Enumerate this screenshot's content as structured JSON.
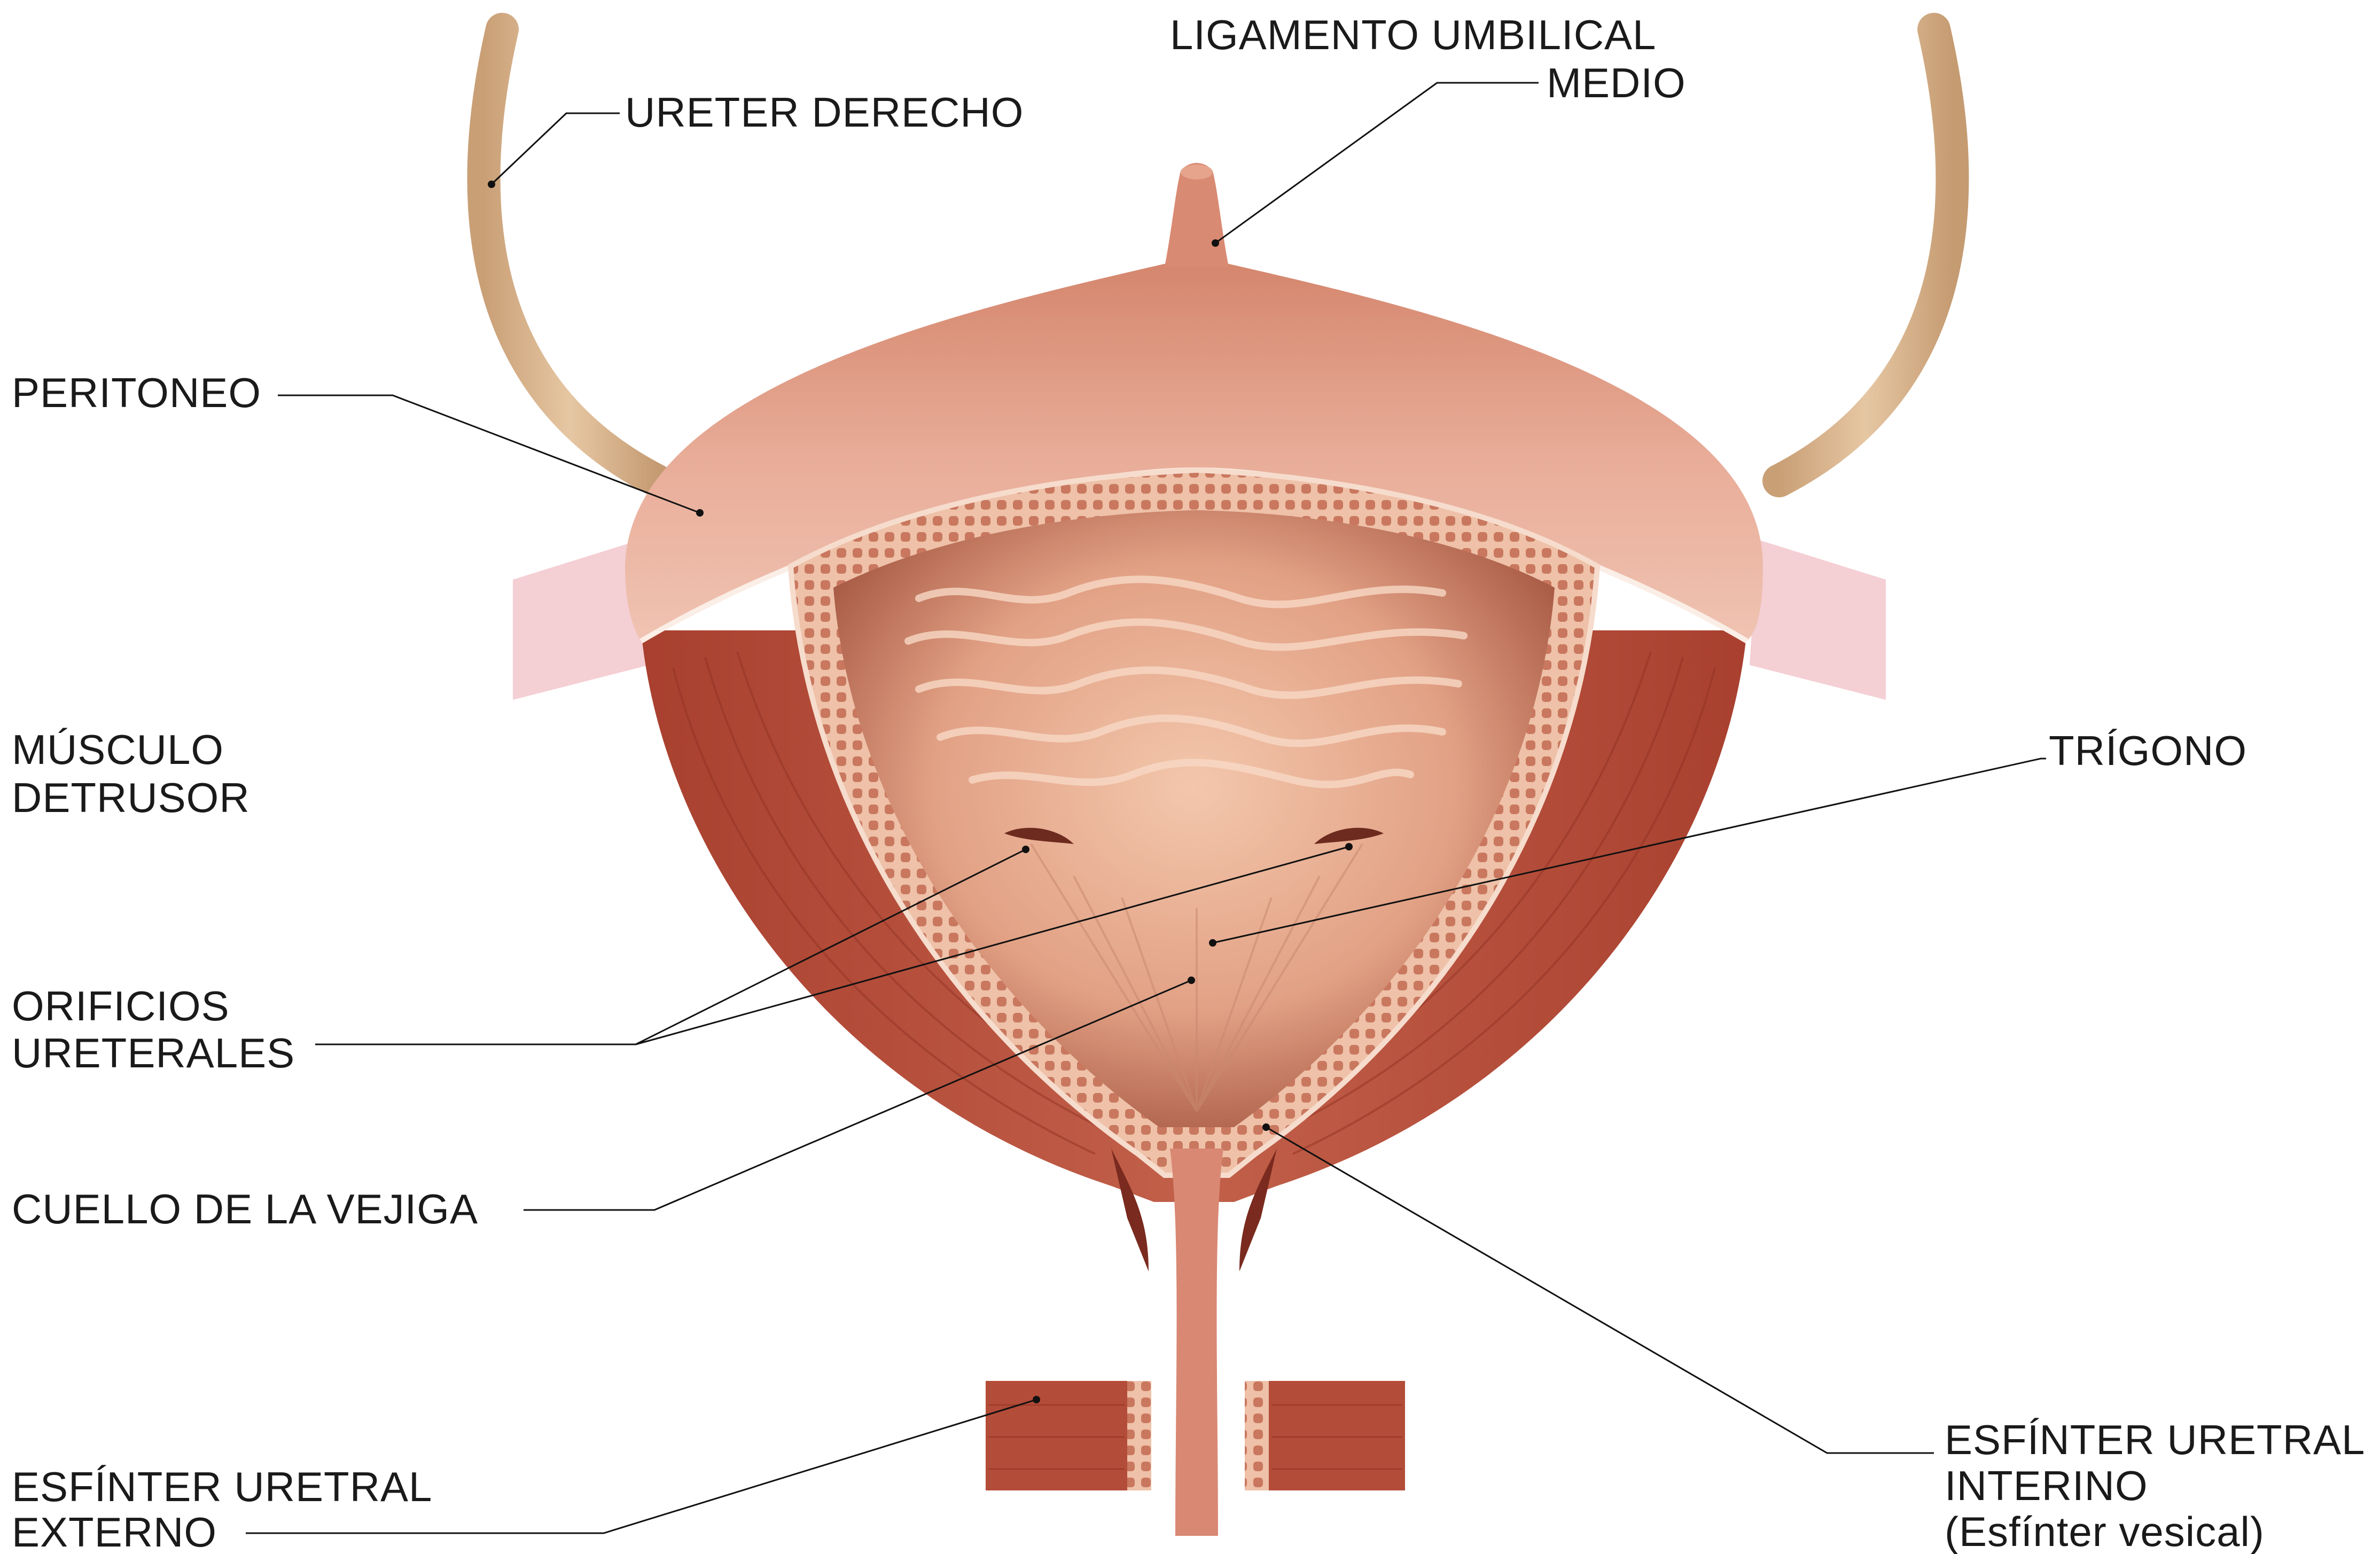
{
  "labels": {
    "ureter_derecho": "URETER DERECHO",
    "ligamento_line1": "LIGAMENTO UMBILICAL",
    "ligamento_line2": "MEDIO",
    "peritoneo": "PERITONEO",
    "musculo_line1": "MÚSCULO",
    "musculo_line2": "DETRUSOR",
    "trigono": "TRÍGONO",
    "orificios_line1": "ORIFICIOS",
    "orificios_line2": "URETERALES",
    "cuello": "CUELLO DE LA VEJIGA",
    "externo_line1": "ESFÍNTER URETRAL",
    "externo_line2": "EXTERNO",
    "interno_line1": "ESFÍNTER URETRAL",
    "interno_line2": "INTERINO",
    "interno_line3": "(Esfínter vesical)"
  },
  "colors": {
    "ureter": "#d7b48e",
    "peritoneum_band": "#e7aa96",
    "bladder_outer": "#d98b72",
    "detrusor_muscle": "#b8503c",
    "lining": "#e9b79d",
    "interior": "#e5a68c",
    "interior_dark": "#9d5a45",
    "ligament_side": "#f4cfd4",
    "urethra": "#d98873"
  }
}
